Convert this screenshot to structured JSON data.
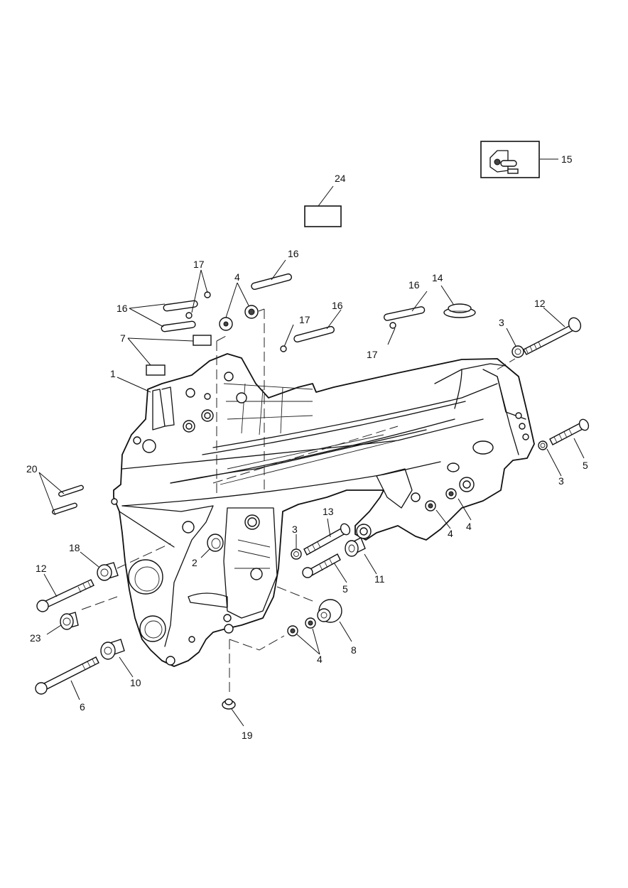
{
  "diagram": {
    "type": "exploded-parts-view",
    "subject": "motorcycle main frame",
    "line_color": "#111111",
    "background": "#ffffff"
  },
  "callouts": [
    {
      "id": "c1",
      "label": "1",
      "part": "main frame"
    },
    {
      "id": "c2",
      "label": "2",
      "part": "bush"
    },
    {
      "id": "c3a",
      "label": "3",
      "part": "washer"
    },
    {
      "id": "c3b",
      "label": "3",
      "part": "washer"
    },
    {
      "id": "c3c",
      "label": "3",
      "part": "washer"
    },
    {
      "id": "c4a",
      "label": "4",
      "part": "nut"
    },
    {
      "id": "c4b",
      "label": "4",
      "part": "nut"
    },
    {
      "id": "c4c",
      "label": "4",
      "part": "nut"
    },
    {
      "id": "c4d",
      "label": "4",
      "part": "nut"
    },
    {
      "id": "c5a",
      "label": "5",
      "part": "bolt"
    },
    {
      "id": "c5b",
      "label": "5",
      "part": "bolt"
    },
    {
      "id": "c6",
      "label": "6",
      "part": "long bolt"
    },
    {
      "id": "c7",
      "label": "7",
      "part": "label plate"
    },
    {
      "id": "c8",
      "label": "8",
      "part": "mounting boss"
    },
    {
      "id": "c10",
      "label": "10",
      "part": "spacer"
    },
    {
      "id": "c11",
      "label": "11",
      "part": "spacer"
    },
    {
      "id": "c12a",
      "label": "12",
      "part": "bolt"
    },
    {
      "id": "c12b",
      "label": "12",
      "part": "bolt"
    },
    {
      "id": "c13",
      "label": "13",
      "part": "bearing"
    },
    {
      "id": "c14",
      "label": "14",
      "part": "bolt"
    },
    {
      "id": "c15",
      "label": "15",
      "part": "reference assembly"
    },
    {
      "id": "c16a",
      "label": "16",
      "part": "plug"
    },
    {
      "id": "c16b",
      "label": "16",
      "part": "plug"
    },
    {
      "id": "c16c",
      "label": "16",
      "part": "plug"
    },
    {
      "id": "c16d",
      "label": "16",
      "part": "plug"
    },
    {
      "id": "c17a",
      "label": "17",
      "part": "screw"
    },
    {
      "id": "c17b",
      "label": "17",
      "part": "screw"
    },
    {
      "id": "c17c",
      "label": "17",
      "part": "screw"
    },
    {
      "id": "c18",
      "label": "18",
      "part": "spacer"
    },
    {
      "id": "c19",
      "label": "19",
      "part": "cap"
    },
    {
      "id": "c20",
      "label": "20",
      "part": "pin"
    },
    {
      "id": "c23",
      "label": "23",
      "part": "spacer"
    },
    {
      "id": "c24",
      "label": "24",
      "part": "label"
    }
  ]
}
